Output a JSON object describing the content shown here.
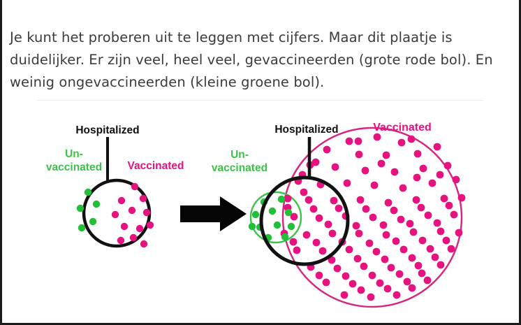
{
  "article": {
    "paragraph": "Je kunt het proberen uit te leggen met cijfers. Maar dit plaatje is duidelijker. Er zijn veel, heel veel, gevaccineerden (grote rode bol). En weinig ongevaccineerden (kleine groene bol)."
  },
  "figure": {
    "alt": "vaccination-venn-diagram",
    "colors": {
      "green": "#22c039",
      "pink": "#e5127f",
      "pink_outline": "#d6247f",
      "black": "#111111",
      "background": "#ffffff"
    },
    "left_panel": {
      "labels": {
        "hospitalized": "Hospitalized",
        "unvaccinated_line1": "Un-",
        "unvaccinated_line2": "vaccinated",
        "vaccinated": "Vaccinated"
      },
      "green_dot_count": 5,
      "pink_dot_count": 12
    },
    "arrow": {
      "name": "right-arrow",
      "direction": "right"
    },
    "right_panel": {
      "labels": {
        "hospitalized": "Hospitalized",
        "unvaccinated_line1": "Un-",
        "unvaccinated_line2": "vaccinated",
        "vaccinated": "Vaccinated"
      },
      "green_dot_count": 11,
      "pink_dot_count": 104
    }
  },
  "chart_data": {
    "type": "scatter",
    "title": "Hospitalized vaccinated vs unvaccinated (Venn / dot diagram)",
    "xlabel": "",
    "ylabel": "",
    "annotations": [
      "Hospitalized",
      "Un-vaccinated",
      "Vaccinated"
    ],
    "panels": [
      {
        "name": "naive-view",
        "description": "Single hospitalized circle: few green (unvaccinated) dots, many pink (vaccinated) dots",
        "groups": [
          {
            "name": "Un-vaccinated",
            "color": "#22c039",
            "count": 5
          },
          {
            "name": "Vaccinated",
            "color": "#e5127f",
            "count": 12
          }
        ]
      },
      {
        "name": "population-adjusted-view",
        "description": "Small green unvaccinated population circle and very large pink vaccinated population circle, with a black hospitalized circle overlapping both",
        "groups": [
          {
            "name": "Un-vaccinated population",
            "color": "#22c039",
            "count": 11
          },
          {
            "name": "Vaccinated population",
            "color": "#e5127f",
            "count": 104
          }
        ]
      }
    ],
    "legend_position": "inline-labels",
    "grid": false
  }
}
